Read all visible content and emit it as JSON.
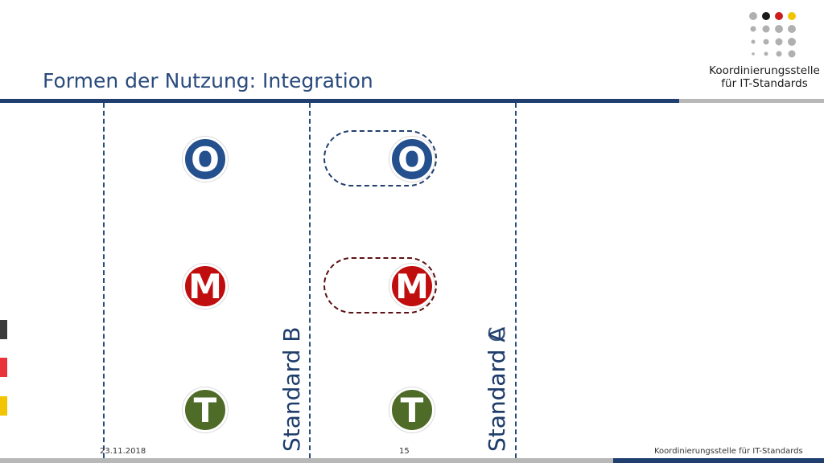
{
  "logo": {
    "text_line1": "Koordinierungsstelle",
    "text_line2": "für IT-Standards",
    "dot_colors": [
      "#b0b0b0",
      "#1a1a1a",
      "#cc1d1d",
      "#f0c400"
    ]
  },
  "header": {
    "title": "Formen der Nutzung: Integration"
  },
  "side_marks": {
    "colors": [
      "#3a3a3a",
      "#e8333a",
      "#f3c500"
    ]
  },
  "diagram": {
    "left_column": {
      "badges": [
        {
          "letter": "O",
          "color": "#24508e"
        },
        {
          "letter": "M",
          "color": "#c00d0d"
        },
        {
          "letter": "T",
          "color": "#4f6b28"
        }
      ]
    },
    "right_column": {
      "badges": [
        {
          "letter": "O",
          "color": "#24508e"
        },
        {
          "letter": "M",
          "color": "#c00d0d"
        },
        {
          "letter": "T",
          "color": "#4f6b28"
        }
      ]
    },
    "labels": {
      "standard_b": "Standard B",
      "standard_a": "Standard A",
      "standard_c_overlay": "Standard C"
    }
  },
  "footer": {
    "date": "23.11.2018",
    "page": "15",
    "org": "Koordinierungsstelle für IT-Standards"
  }
}
